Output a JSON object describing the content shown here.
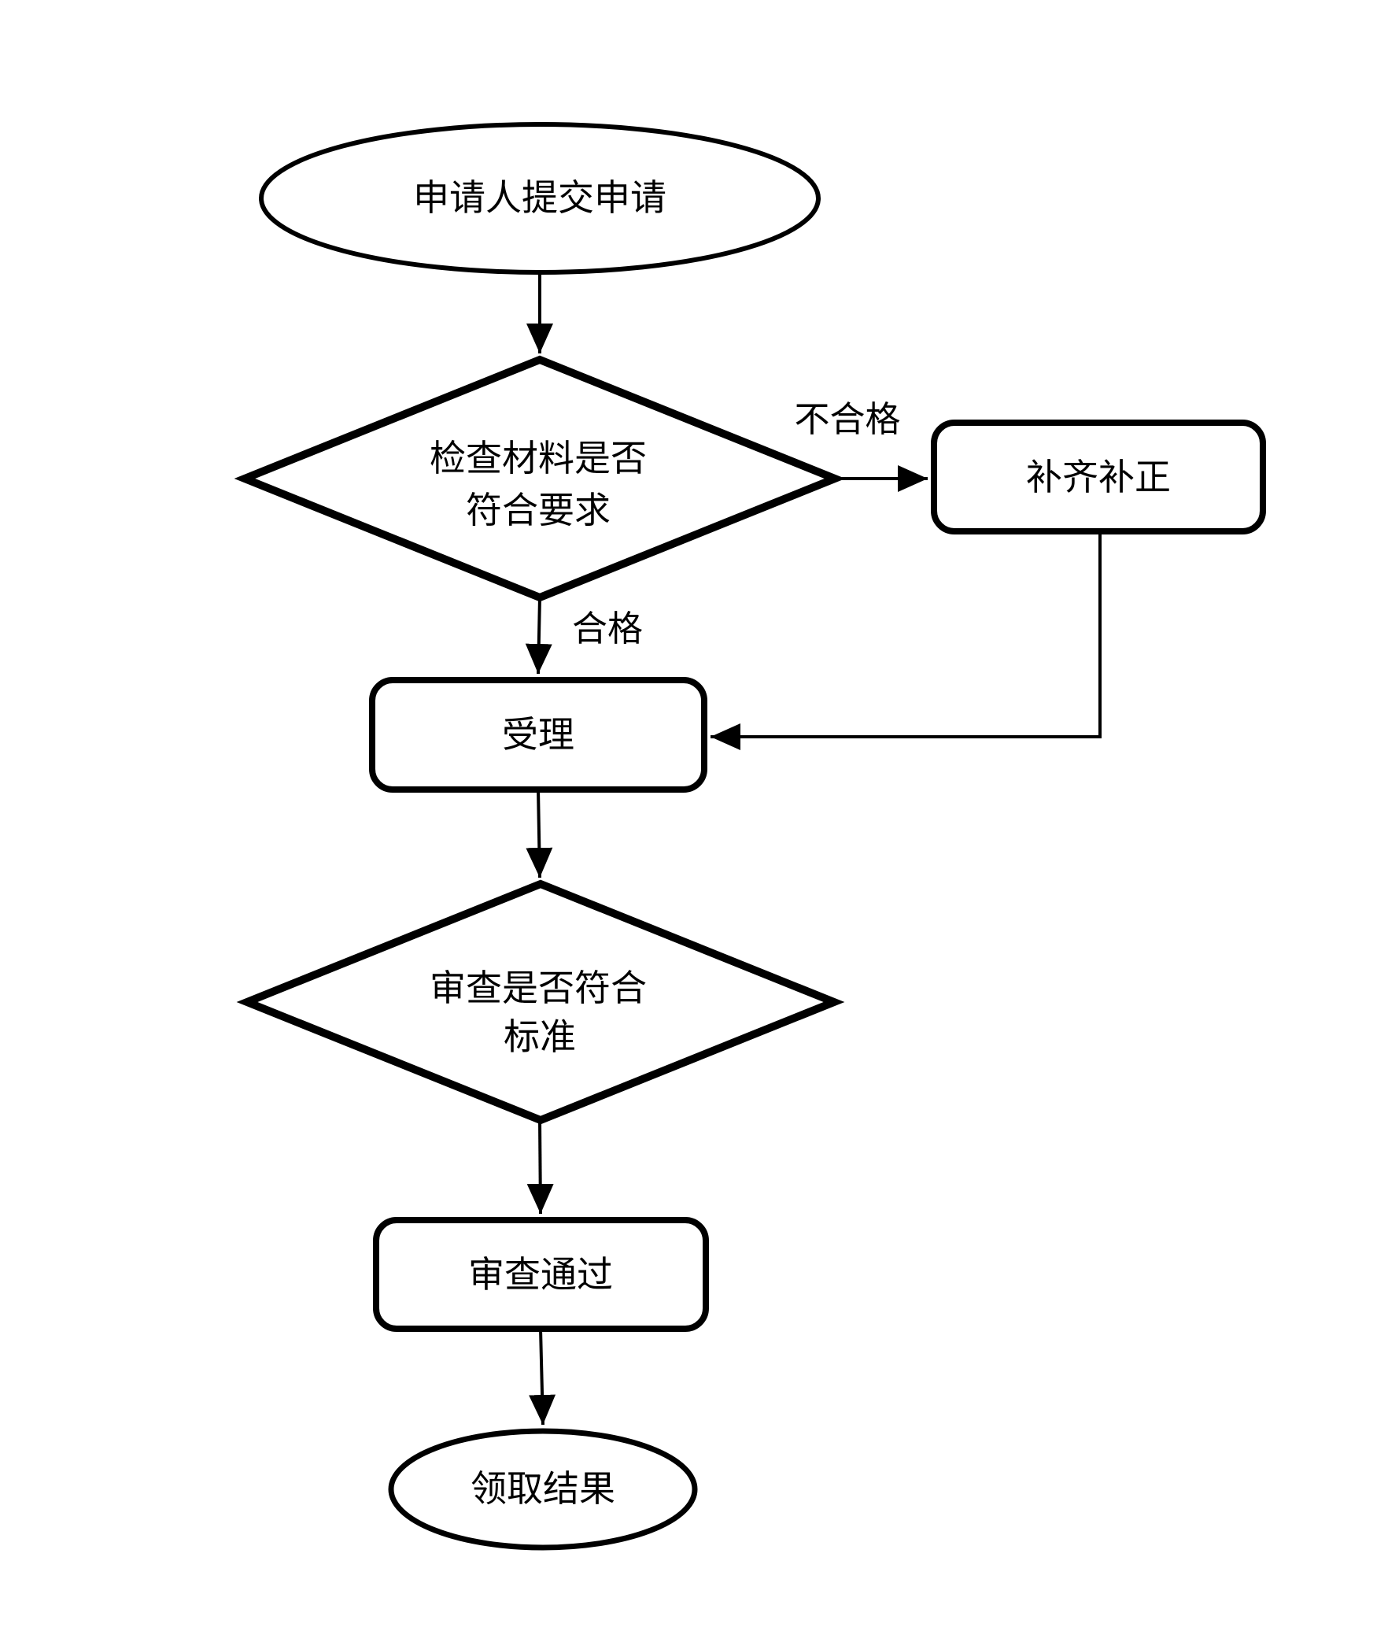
{
  "flowchart": {
    "colors": {
      "background": "#ffffff",
      "stroke": "#000000",
      "shape_fill": "#ffffff",
      "text": "#000000"
    },
    "nodes": {
      "start": {
        "shape": "ellipse",
        "label": "申请人提交申请"
      },
      "check": {
        "shape": "diamond",
        "label_line1": "检查材料是否",
        "label_line2": "符合要求"
      },
      "supplement": {
        "shape": "rounded-rectangle",
        "label": "补齐补正"
      },
      "accept": {
        "shape": "rounded-rectangle",
        "label": "受理"
      },
      "review": {
        "shape": "diamond",
        "label_line1": "审查是否符合",
        "label_line2": "标准"
      },
      "approved": {
        "shape": "rounded-rectangle",
        "label": "审查通过"
      },
      "end": {
        "shape": "ellipse",
        "label": "领取结果"
      }
    },
    "edges": [
      {
        "from": "start",
        "to": "check",
        "label": ""
      },
      {
        "from": "check",
        "to": "supplement",
        "label": "不合格"
      },
      {
        "from": "check",
        "to": "accept",
        "label": "合格"
      },
      {
        "from": "supplement",
        "to": "accept",
        "label": ""
      },
      {
        "from": "accept",
        "to": "review",
        "label": ""
      },
      {
        "from": "review",
        "to": "approved",
        "label": ""
      },
      {
        "from": "approved",
        "to": "end",
        "label": ""
      }
    ]
  }
}
